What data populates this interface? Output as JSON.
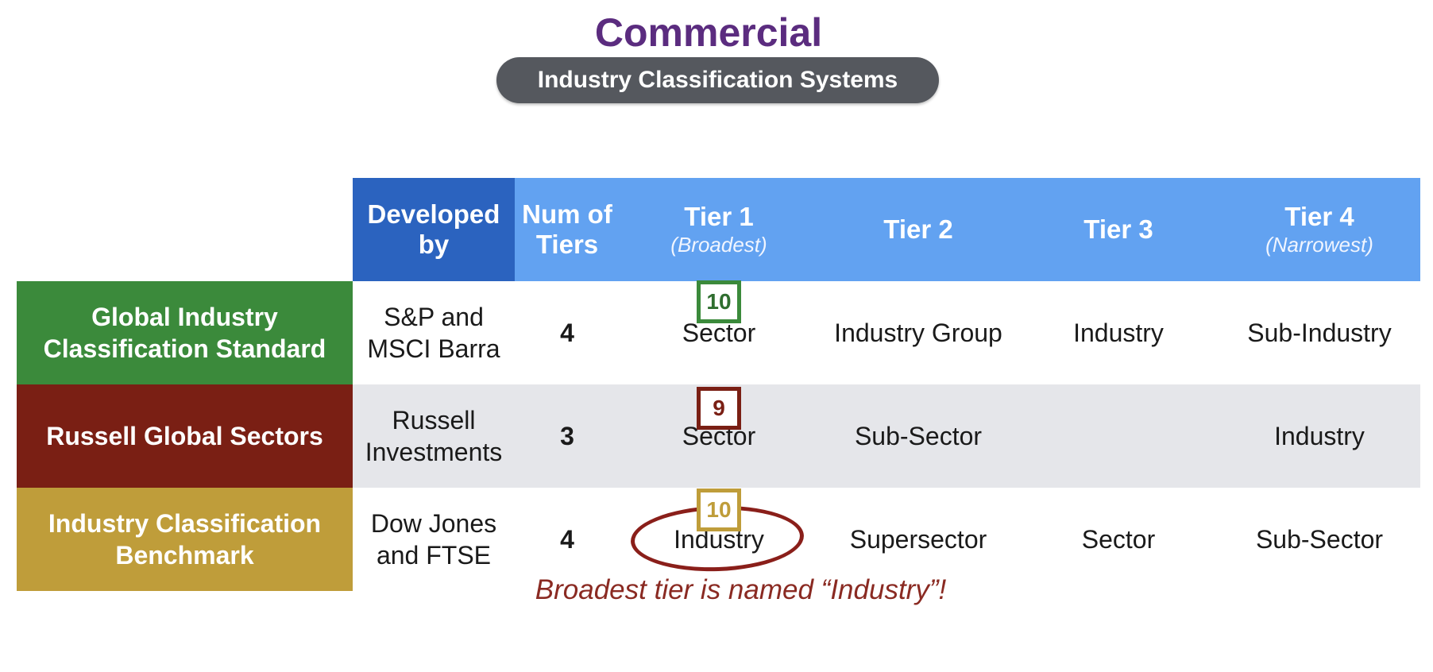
{
  "title": "Commercial",
  "subtitle": "Industry Classification Systems",
  "headers": {
    "developed_by": "Developed\nby",
    "num_tiers": "Num of\nTiers",
    "tier1": "Tier 1",
    "tier1_sub": "(Broadest)",
    "tier2": "Tier 2",
    "tier3": "Tier 3",
    "tier4": "Tier 4",
    "tier4_sub": "(Narrowest)"
  },
  "rows": [
    {
      "name": "Global Industry\nClassification Standard",
      "color": "#3b8a3b",
      "developer": "S&P and\nMSCI Barra",
      "tiers": "4",
      "badge": "10",
      "badge_color": "#3b8a3b",
      "tier1": "Sector",
      "tier2": "Industry Group",
      "tier3": "Industry",
      "tier4": "Sub-Industry"
    },
    {
      "name": "Russell Global Sectors",
      "color": "#7a1f14",
      "developer": "Russell\nInvestments",
      "tiers": "3",
      "badge": "9",
      "badge_color": "#7a1f14",
      "tier1": "Sector",
      "tier2": "Sub-Sector",
      "tier3": "",
      "tier4": "Industry"
    },
    {
      "name": "Industry Classification\nBenchmark",
      "color": "#bf9d3a",
      "developer": "Dow Jones\nand FTSE",
      "tiers": "4",
      "badge": "10",
      "badge_color": "#bf9d3a",
      "tier1": "Industry",
      "tier2": "Supersector",
      "tier3": "Sector",
      "tier4": "Sub-Sector"
    }
  ],
  "note": "Broadest tier is named “Industry”!",
  "colors": {
    "title": "#5b2c7f",
    "developed_header": "#2b63bf",
    "tier_header": "#62a2f1",
    "stripe": "#e5e6ea",
    "note": "#8a2a22"
  }
}
